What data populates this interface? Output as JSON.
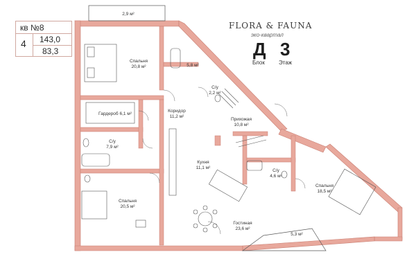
{
  "apartment": {
    "number_label": "кв №8",
    "rooms": "4",
    "total_area": "143,0",
    "living_area": "83,3"
  },
  "brand": {
    "name": "FLORA & FAUNA",
    "tagline": "эко-квартал"
  },
  "location": {
    "block": "Д",
    "floor": "3",
    "block_caption": "Блок",
    "floor_caption": "Этаж"
  },
  "rooms": {
    "balcony_top": {
      "name": "",
      "area": "2,9 м²"
    },
    "bedroom_1": {
      "name": "Спальня",
      "area": "20,8 м²"
    },
    "bathroom_1": {
      "name": "",
      "area": "5,8 м²"
    },
    "wc_1": {
      "name": "С/у",
      "area": "2,2 м²"
    },
    "wardrobe": {
      "name": "Гардероб 6,1 м²"
    },
    "corridor": {
      "name": "Коридор",
      "area": "11,2 м²"
    },
    "hallway": {
      "name": "Прихожая",
      "area": "10,8 м²"
    },
    "wc_2": {
      "name": "С/у",
      "area": "7,9 м²"
    },
    "kitchen": {
      "name": "Кухня",
      "area": "11,1 м²"
    },
    "wc_3": {
      "name": "С/у",
      "area": "4,6 м²"
    },
    "bedroom_2": {
      "name": "Спальня",
      "area": "18,5 м²"
    },
    "bedroom_3": {
      "name": "Спальня",
      "area": "20,5 м²"
    },
    "living": {
      "name": "Гостиная",
      "area": "23,6 м²"
    },
    "balcony_bottom": {
      "name": "",
      "area": "5,3 м²"
    }
  },
  "colors": {
    "wall": "#e8a89c",
    "wall_dark": "#c97e72",
    "line": "#555555",
    "accent_block": "#e8a89c"
  }
}
